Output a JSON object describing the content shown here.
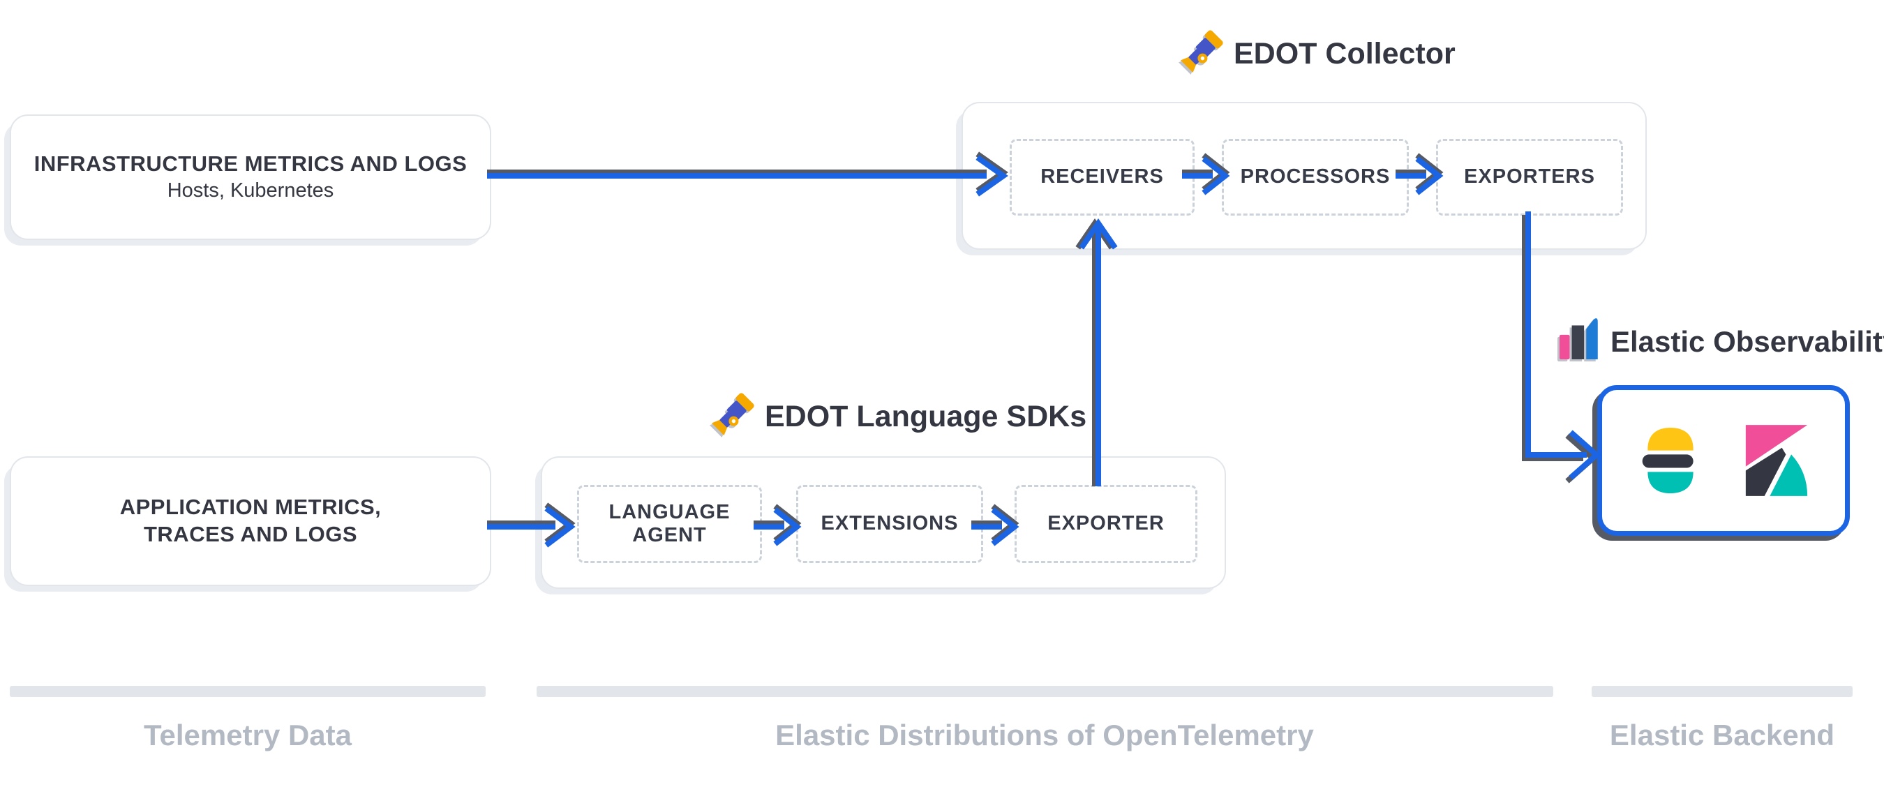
{
  "diagram": {
    "sources": {
      "infrastructure": {
        "title": "INFRASTRUCTURE METRICS AND LOGS",
        "subtitle": "Hosts, Kubernetes"
      },
      "application": {
        "title_line1": "APPLICATION METRICS,",
        "title_line2": "TRACES AND LOGS"
      }
    },
    "collector": {
      "title": "EDOT Collector",
      "stages": [
        "RECEIVERS",
        "PROCESSORS",
        "EXPORTERS"
      ]
    },
    "sdk": {
      "title": "EDOT Language SDKs",
      "stages": [
        "LANGUAGE AGENT",
        "EXTENSIONS",
        "EXPORTER"
      ]
    },
    "destination": {
      "title": "Elastic Observability",
      "logos": [
        "Elasticsearch",
        "Kibana"
      ]
    },
    "footer": {
      "sections": [
        "Telemetry Data",
        "Elastic Distributions of OpenTelemetry",
        "Elastic Backend"
      ]
    },
    "colors": {
      "arrow_blue": "#1b64e4",
      "ink": "#343741",
      "muted_label": "#b2b9c3",
      "otel_yellow": "#f5a800",
      "otel_blue": "#4456c7",
      "observability_blue": "#1e7cd6",
      "elastic_yellow": "#fec514",
      "elastic_teal": "#00bfb3",
      "kibana_pink": "#f04e98",
      "shadow_dark": "#555a64",
      "shadow_light": "#e9ecf0"
    }
  }
}
